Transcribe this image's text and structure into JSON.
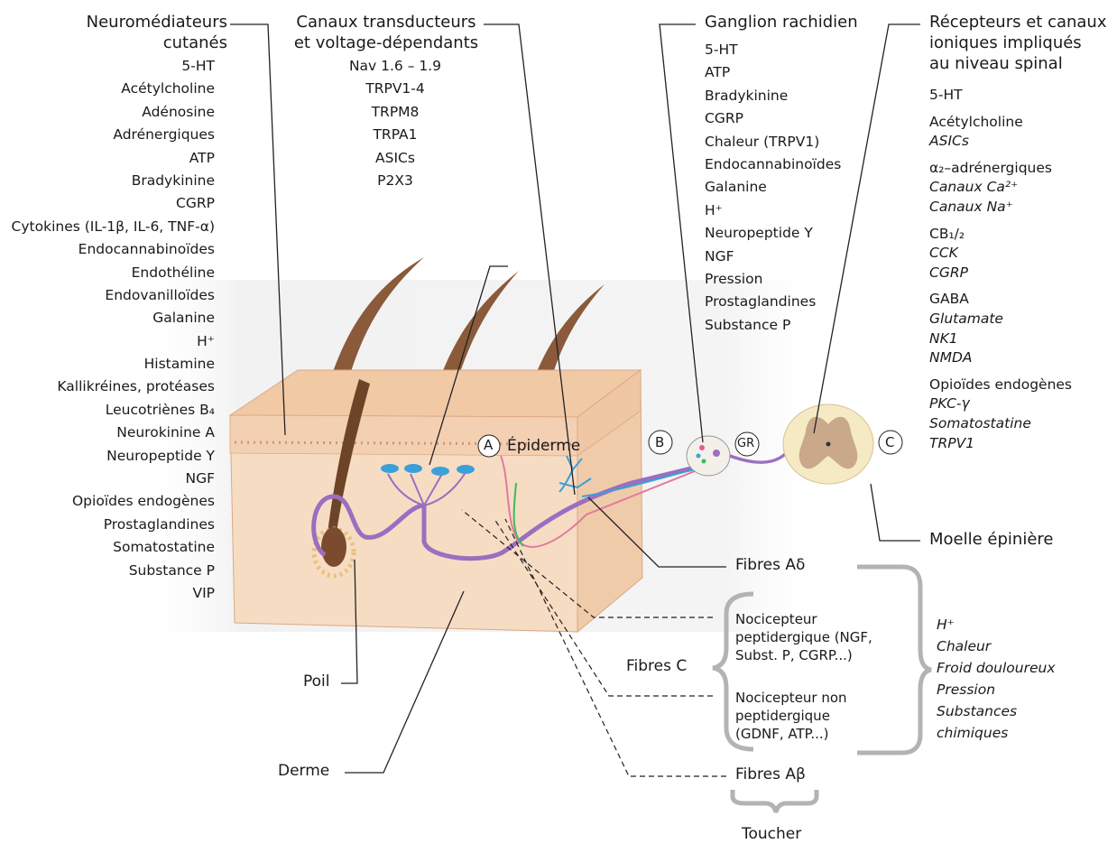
{
  "neuromediateurs": {
    "title_line1": "Neuromédiateurs",
    "title_line2": "cutanés",
    "items": [
      "5-HT",
      "Acétylcholine",
      "Adénosine",
      "Adrénergiques",
      "ATP",
      "Bradykinine",
      "CGRP",
      "Cytokines (IL-1β, IL-6, TNF-α)",
      "Endocannabinoïdes",
      "Endothéline",
      "Endovanilloïdes",
      "Galanine",
      "H⁺",
      "Histamine",
      "Kallikréines, protéases",
      "Leucotriènes B₄",
      "Neurokinine A",
      "Neuropeptide Y",
      "NGF",
      "Opioïdes endogènes",
      "Prostaglandines",
      "Somatostatine",
      "Substance P",
      "VIP"
    ]
  },
  "canaux": {
    "title_line1": "Canaux transducteurs",
    "title_line2": "et voltage-dépendants",
    "items": [
      "Nav 1.6 – 1.9",
      "TRPV1-4",
      "TRPM8",
      "TRPA1",
      "ASICs",
      "P2X3"
    ]
  },
  "ganglion": {
    "title": "Ganglion rachidien",
    "items": [
      "5-HT",
      "ATP",
      "Bradykinine",
      "CGRP",
      "Chaleur (TRPV1)",
      "Endocannabinoïdes",
      "Galanine",
      "H⁺",
      "Neuropeptide Y",
      "NGF",
      "Pression",
      "Prostaglandines",
      "Substance P"
    ]
  },
  "recepteurs": {
    "title_line1": "Récepteurs et canaux",
    "title_line2": "ioniques impliqués",
    "title_line3": "au niveau spinal",
    "items": [
      {
        "text": "5-HT",
        "italic": false
      },
      {
        "text": "Acétylcholine",
        "italic": false
      },
      {
        "text": "ASICs",
        "italic": true
      },
      {
        "text": "α₂–adrénergiques",
        "italic": false
      },
      {
        "text": "Canaux Ca²⁺",
        "italic": true
      },
      {
        "text": "Canaux Na⁺",
        "italic": true
      },
      {
        "text": "CB₁/₂",
        "italic": false
      },
      {
        "text": "CCK",
        "italic": true
      },
      {
        "text": "CGRP",
        "italic": true
      },
      {
        "text": "GABA",
        "italic": false
      },
      {
        "text": "Glutamate",
        "italic": true
      },
      {
        "text": "NK1",
        "italic": true
      },
      {
        "text": "NMDA",
        "italic": true
      },
      {
        "text": "Opioïdes endogènes",
        "italic": false
      },
      {
        "text": "PKC-γ",
        "italic": true
      },
      {
        "text": "Somatostatine",
        "italic": true
      },
      {
        "text": "TRPV1",
        "italic": true
      }
    ]
  },
  "labels": {
    "epiderme": "Épiderme",
    "circle_a": "A",
    "circle_b": "B",
    "circle_c": "C",
    "gr": "GR",
    "moelle": "Moelle épinière",
    "fibres_ad": "Fibres Aδ",
    "fibres_c": "Fibres C",
    "fibres_ab": "Fibres Aβ",
    "noci_pept": "Nocicepteur peptidergique (NGF, Subst. P, CGRP...)",
    "noci_non_pept": "Nocicepteur non peptidergique (GDNF, ATP...)",
    "toucher": "Toucher",
    "poil": "Poil",
    "derme": "Derme"
  },
  "stimuli": [
    "H⁺",
    "Chaleur",
    "Froid douloureux",
    "Pression",
    "Substances",
    "chimiques"
  ],
  "colors": {
    "skin_light": "#f7dcc4",
    "skin_top": "#f1c9a5",
    "hair": "#8a5a3a",
    "nerve_purple": "#9a6fc0",
    "nerve_blue": "#3aa0d8",
    "nerve_pink": "#e07aa0",
    "nerve_green": "#3dbb5a",
    "bracket_gray": "#b3b3b3",
    "spinal_outer": "#f5eac4",
    "spinal_inner": "#c9a98a"
  }
}
